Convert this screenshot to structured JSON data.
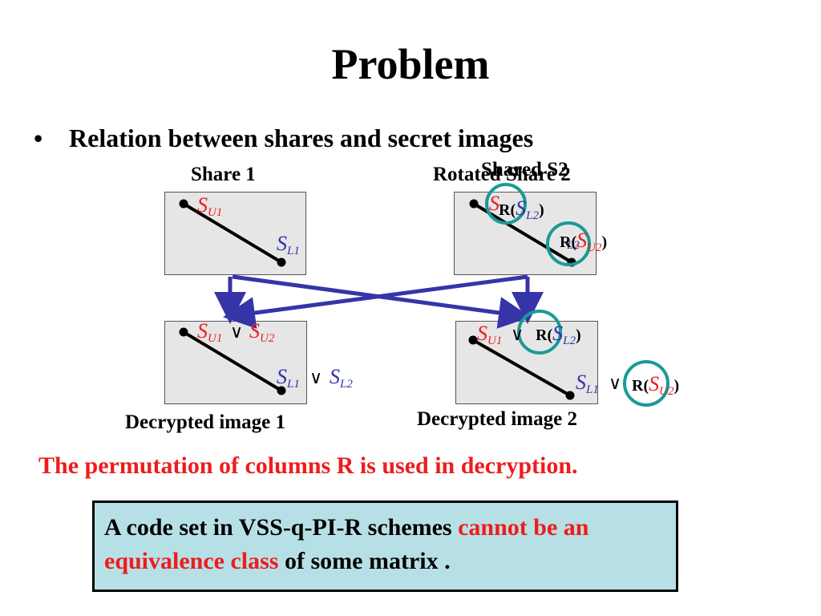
{
  "slide": {
    "title": "Problem",
    "bullet_symbol": "•",
    "bullet_text": "Relation between shares and secret images"
  },
  "panels": {
    "share1_label": "Share 1",
    "share2_label": "Rotated Share 2",
    "share2_overlap_label": "Shared S2",
    "decrypted1_label": "Decrypted image 1",
    "decrypted2_label": "Decrypted image 2"
  },
  "math": {
    "S": "S",
    "sub_U1": "U1",
    "sub_U2": "U2",
    "sub_L1": "L1",
    "sub_L2": "L2",
    "R_open": "R(",
    "close": ")",
    "or": "∨"
  },
  "notes": {
    "permutation": "The permutation of columns R is used in decryption.",
    "box_part1": "A code set in VSS-q-PI-R schemes ",
    "box_part2_red": "cannot be an equivalence class",
    "box_part3": " of some matrix ."
  },
  "colors": {
    "red": "#ee1c1c",
    "blue": "#3333aa",
    "arrow": "#3535a8",
    "circle": "#1a9a96",
    "panel_bg": "#e6e6e6",
    "box_bg": "#b7e0e6"
  }
}
